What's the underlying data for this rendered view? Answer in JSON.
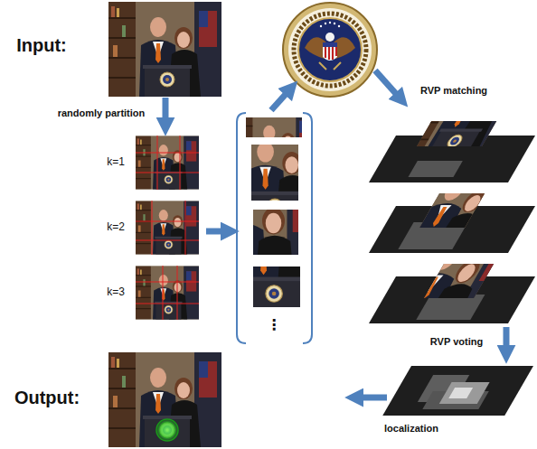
{
  "diagram": {
    "labels": [
      "Input:",
      "randomly partition",
      "k=1",
      "k=2",
      "k=3",
      "RVP matching",
      "RVP voting",
      "localization",
      "Output:",
      "⋮"
    ]
  }
}
